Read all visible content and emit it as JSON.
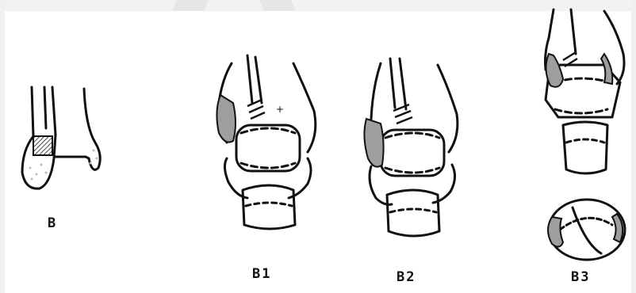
{
  "figures": [
    {
      "id": "B",
      "caption": "B"
    },
    {
      "id": "B1",
      "caption": "B1"
    },
    {
      "id": "B2",
      "caption": "B2"
    },
    {
      "id": "B3",
      "caption": "B3"
    }
  ],
  "colors": {
    "ink": "#111111",
    "shade": "#9e9e9e",
    "background": "#ffffff"
  }
}
